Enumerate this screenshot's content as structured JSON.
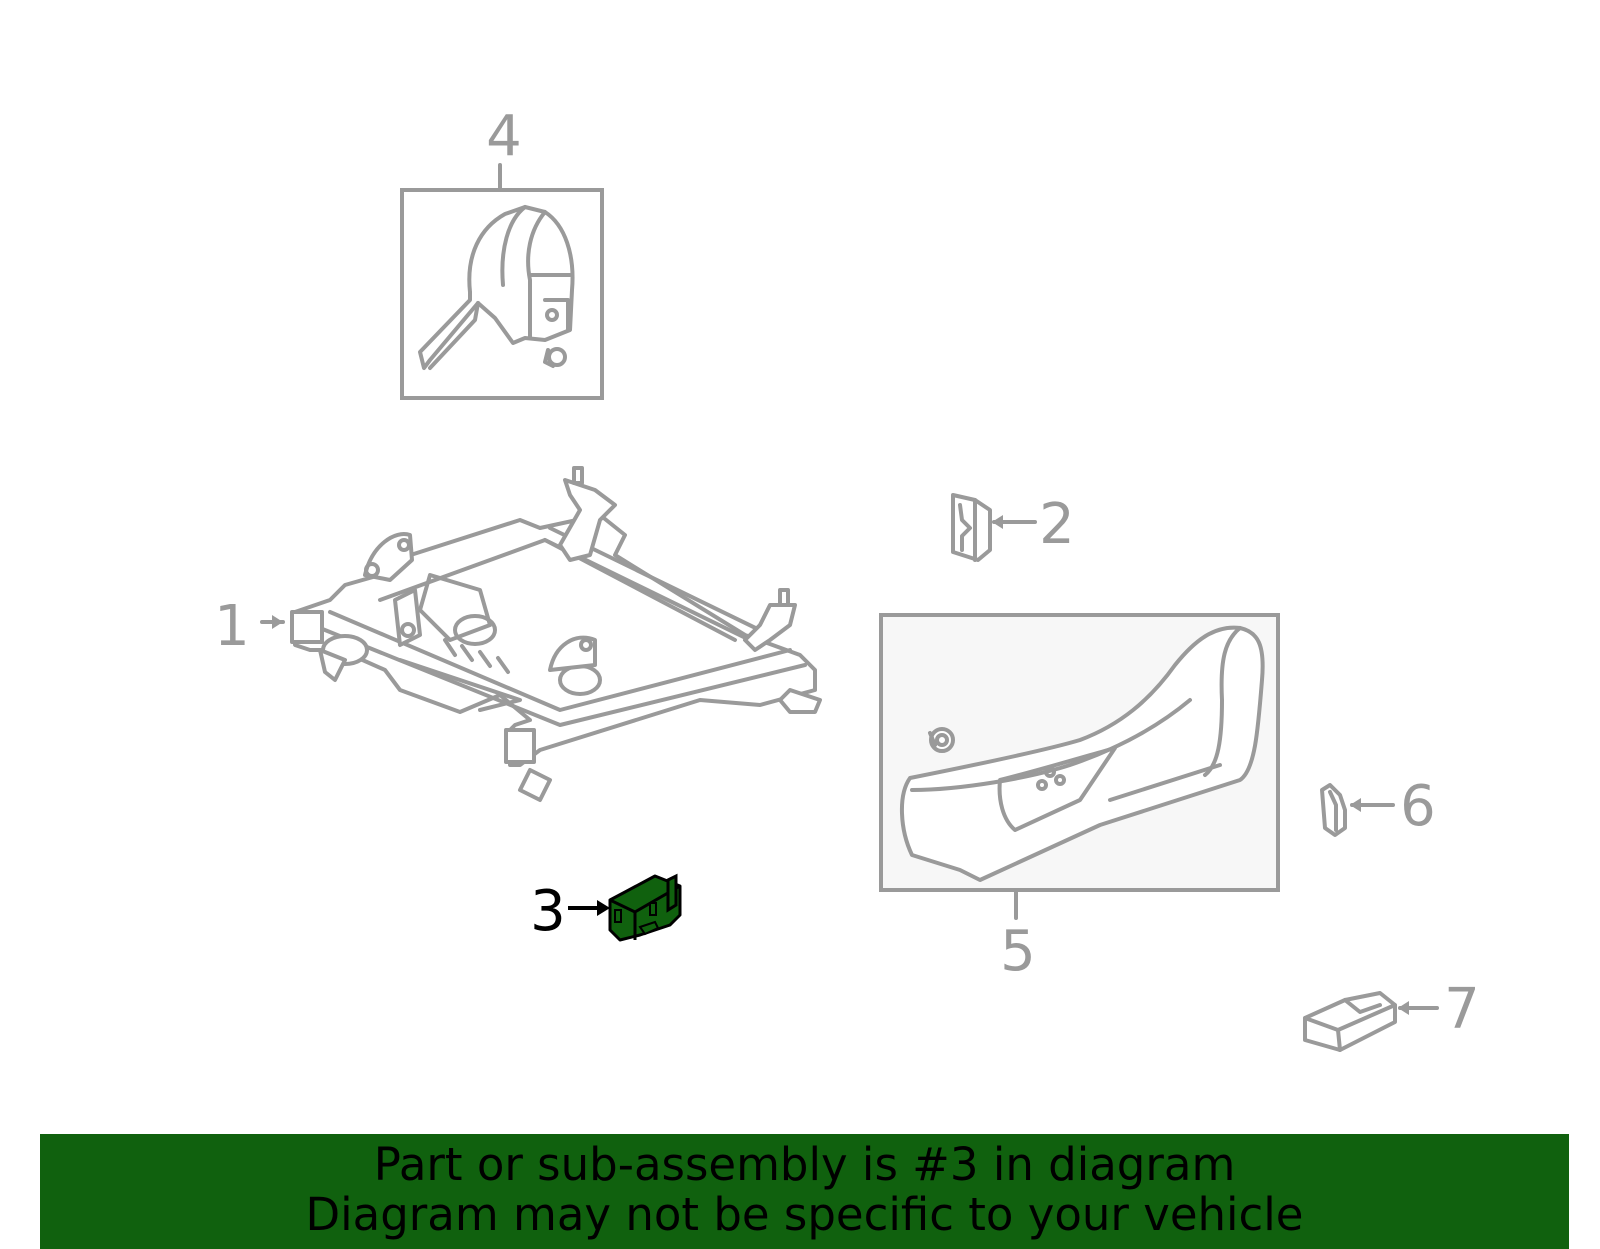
{
  "callouts": {
    "c1": "1",
    "c2": "2",
    "c3": "3",
    "c4": "4",
    "c5": "5",
    "c6": "6",
    "c7": "7"
  },
  "highlight_color": "#10610e",
  "line_color": "#9a9a9a",
  "banner": {
    "line1": "Part or sub-assembly is #3 in diagram",
    "line2": "Diagram may not be specific to your vehicle"
  }
}
